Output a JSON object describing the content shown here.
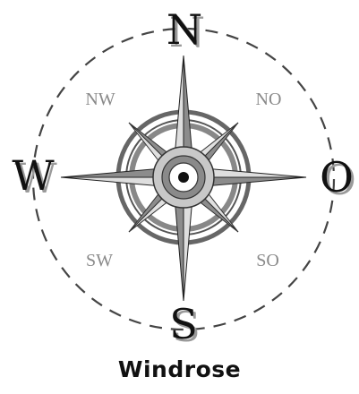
{
  "caption": "Windrose",
  "directions": {
    "north": "N",
    "east": "O",
    "south": "S",
    "west": "W",
    "northwest": "NW",
    "northeast": "NO",
    "southwest": "SW",
    "southeast": "SO"
  },
  "colors": {
    "ink": "#111111",
    "point_light": "#d9d9d9",
    "point_dark": "#8c8c8c",
    "intercardinal_text": "#8a8a8a",
    "ring": "#555555"
  }
}
